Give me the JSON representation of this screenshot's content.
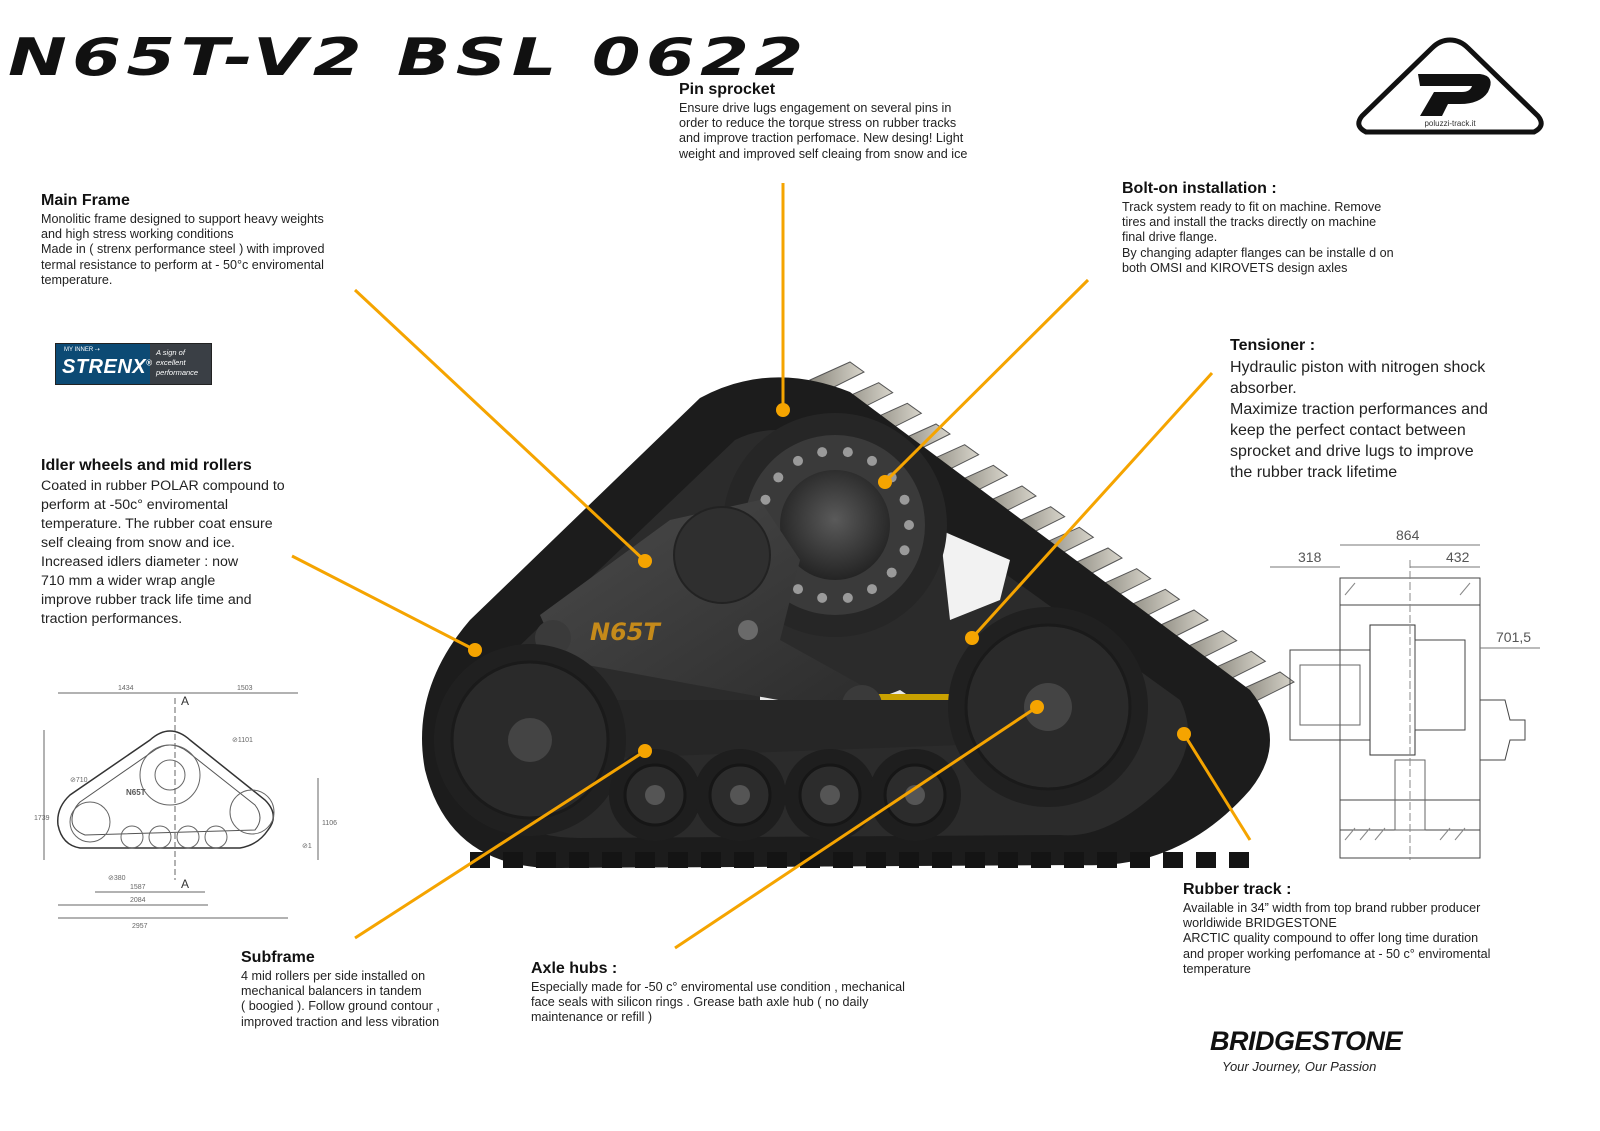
{
  "title": "N65T-V2 BSL 0622",
  "logo": {
    "url_text": "poluzzi-track.it"
  },
  "colors": {
    "accent": "#f5a400",
    "track": "#1c1c1c",
    "frame": "#3b3b3b",
    "piston": "#c9a100"
  },
  "callouts": {
    "pin_sprocket": {
      "title": "Pin sprocket",
      "body": "Ensure drive lugs engagement on several pins in\norder to reduce the torque stress on rubber tracks\nand improve traction perfomace. New desing! Light\nweight and improved self cleaing from snow and ice"
    },
    "main_frame": {
      "title": "Main Frame",
      "body": "Monolitic frame designed to support heavy weights\nand high stress working conditions\nMade in  ( strenx performance steel ) with improved\ntermal resistance to perform at - 50°c enviromental\ntemperature."
    },
    "bolt_on": {
      "title": "Bolt-on installation :",
      "body": "Track system ready to fit on machine. Remove\ntires and install the tracks directly on machine\nfinal drive flange.\nBy changing adapter flanges can be installe d on\nboth OMSI and KIROVETS design axles"
    },
    "tensioner": {
      "title": "Tensioner :",
      "body": " Hydraulic piston with nitrogen shock\n absorber.\nMaximize traction performances and\nkeep the perfect contact between\nsprocket and drive lugs to improve\nthe rubber track lifetime"
    },
    "idler": {
      "title": "Idler wheels and mid rollers",
      "body": "Coated in rubber POLAR compound to\nperform at -50c° enviromental\ntemperature. The rubber coat ensure\nself cleaing from snow and ice.\nIncreased idlers diameter : now\n710 mm a wider wrap angle\nimprove rubber track life time and\ntraction performances."
    },
    "subframe": {
      "title": "Subframe",
      "body": "4 mid rollers per side installed on\nmechanical balancers in tandem\n( boogied ).  Follow ground contour ,\nimproved traction and less vibration"
    },
    "axle_hubs": {
      "title": "Axle hubs :",
      "body": "Especially made for -50 c° enviromental use condition , mechanical\nface seals with silicon rings . Grease bath axle hub ( no daily\nmaintenance or refill )"
    },
    "rubber_track": {
      "title": "Rubber track :",
      "body": "Available in 34”  width from top brand rubber producer\nworldiwide BRIDGESTONE\nARCTIC quality compound to offer long time duration\nand proper working perfomance at - 50 c° enviromental\ntemperature"
    }
  },
  "strenx": {
    "small": "MY INNER ⇢",
    "brand": "STRENX",
    "reg": "®",
    "tagline": "A sign of\nexcellent\nperformance"
  },
  "bridgestone": {
    "brand": "BRIDGESTONE",
    "tagline": "Your Journey, Our Passion"
  },
  "track_body_label": "N65T",
  "side_drawing": {
    "dims": [
      "1434",
      "1503",
      "⊘1101",
      "⊘710",
      "1739",
      "1106",
      "⊘380",
      "⊘1",
      "1587",
      "2084",
      "2957"
    ],
    "section_mark": "A",
    "body_label": "N65T"
  },
  "section_drawing": {
    "dims": [
      "864",
      "318",
      "432",
      "701,5"
    ]
  }
}
